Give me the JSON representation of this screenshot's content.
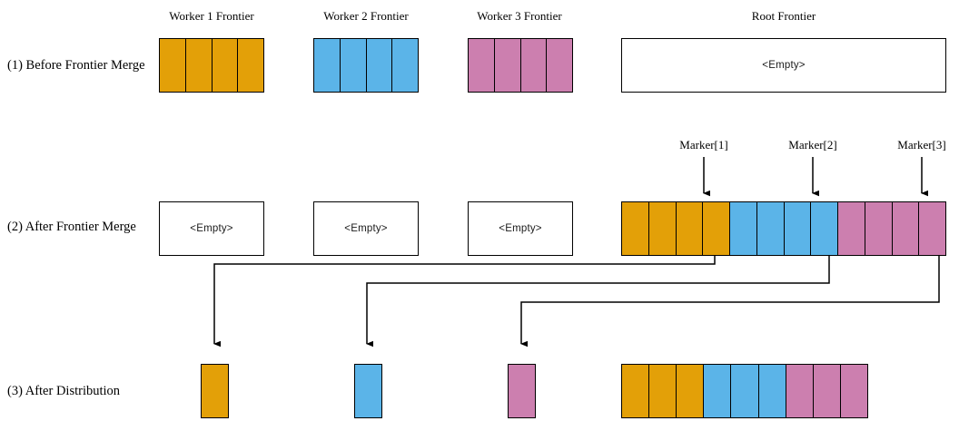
{
  "diagram": {
    "title_row_labels": [
      "(1) Before Frontier Merge",
      "(2) After Frontier Merge",
      "(3) After Distribution"
    ],
    "column_titles": [
      "Worker 1 Frontier",
      "Worker 2 Frontier",
      "Worker 3 Frontier",
      "Root Frontier"
    ],
    "empty_text": "<Empty>",
    "markers": [
      "Marker[1]",
      "Marker[2]",
      "Marker[3]"
    ],
    "colors": {
      "worker1": "#E3A008",
      "worker2": "#5BB4E8",
      "worker3": "#CC7FAF",
      "stroke": "#000000",
      "background": "#FFFFFF"
    },
    "rows": {
      "row1": {
        "label": "(1) Before Frontier Merge",
        "worker1_cells": 4,
        "worker2_cells": 4,
        "worker3_cells": 4,
        "root_cells": 0,
        "root_state": "<Empty>"
      },
      "row2": {
        "label": "(2) After Frontier Merge",
        "worker1_state": "<Empty>",
        "worker2_state": "<Empty>",
        "worker3_state": "<Empty>",
        "root_segments": [
          {
            "owner": "worker1",
            "cells": 4,
            "marker": "Marker[1]"
          },
          {
            "owner": "worker2",
            "cells": 4,
            "marker": "Marker[2]"
          },
          {
            "owner": "worker3",
            "cells": 4,
            "marker": "Marker[3]"
          }
        ]
      },
      "row3": {
        "label": "(3) After Distribution",
        "worker1_cells": 1,
        "worker2_cells": 1,
        "worker3_cells": 1,
        "root_segments": [
          {
            "owner": "worker1",
            "cells": 3
          },
          {
            "owner": "worker2",
            "cells": 3
          },
          {
            "owner": "worker3",
            "cells": 3
          }
        ]
      }
    }
  }
}
